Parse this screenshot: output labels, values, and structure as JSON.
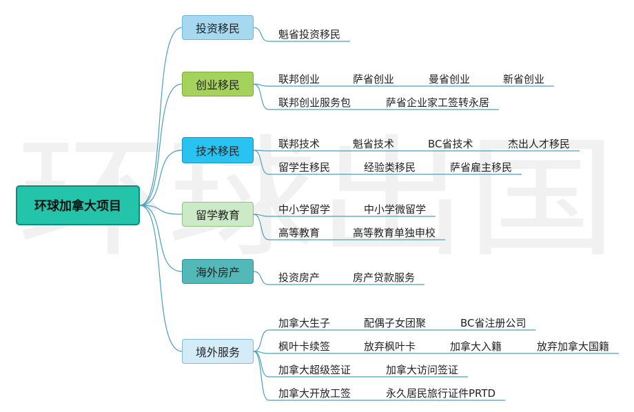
{
  "watermark": "环球出国",
  "root": {
    "label": "环球加拿大项目",
    "color": "#23c4aa"
  },
  "branches": [
    {
      "label": "投资移民",
      "color": "#a6d8ef",
      "border": "#6fb7dc",
      "rows": [
        [
          "魁省投资移民"
        ]
      ]
    },
    {
      "label": "创业移民",
      "color": "#a5d25c",
      "border": "#79ab2e",
      "rows": [
        [
          "联邦创业",
          "萨省创业",
          "曼省创业",
          "新省创业"
        ],
        [
          "联邦创业服务包",
          "萨省企业家工签转永居"
        ]
      ]
    },
    {
      "label": "技术移民",
      "color": "#29c3f2",
      "border": "#1795c2",
      "rows": [
        [
          "联邦技术",
          "魁省技术",
          "BC省技术",
          "杰出人才移民"
        ],
        [
          "留学生移民",
          "经验类移民",
          "萨省雇主移民"
        ]
      ]
    },
    {
      "label": "留学教育",
      "color": "#cdeac7",
      "border": "#8fc384",
      "rows": [
        [
          "中小学留学",
          "中小学微留学"
        ],
        [
          "高等教育",
          "高等教育单独申校"
        ]
      ]
    },
    {
      "label": "海外房产",
      "color": "#52b8b8",
      "border": "#2f8e8e",
      "rows": [
        [
          "投资房产",
          "房产贷款服务"
        ]
      ]
    },
    {
      "label": "境外服务",
      "color": "#d4ecf8",
      "border": "#7fb9da",
      "rows": [
        [
          "加拿大生子",
          "配偶子女团聚",
          "BC省注册公司"
        ],
        [
          "枫叶卡续签",
          "放弃枫叶卡",
          "加拿大入籍",
          "放弃加拿大国籍"
        ],
        [
          "加拿大超级签证",
          "加拿大访问签证"
        ],
        [
          "加拿大开放工签",
          "永久居民旅行证件PRTD"
        ]
      ]
    }
  ]
}
